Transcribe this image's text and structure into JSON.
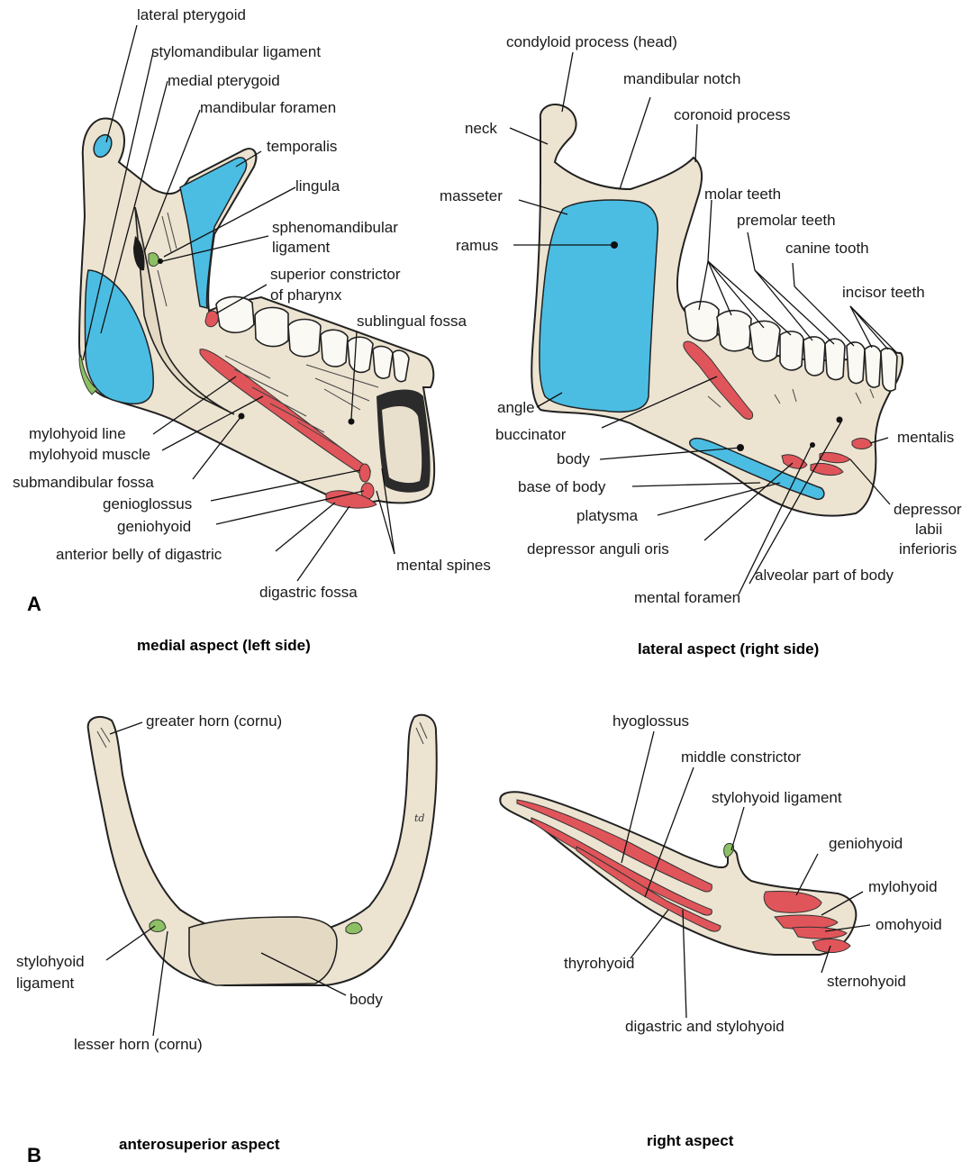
{
  "part_a": {
    "letter": "A",
    "medial": {
      "caption": "medial aspect (left side)",
      "labels": {
        "lateral_pterygoid": "lateral pterygoid",
        "stylomandibular_ligament": "stylomandibular ligament",
        "medial_pterygoid": "medial pterygoid",
        "mandibular_foramen": "mandibular foramen",
        "temporalis": "temporalis",
        "lingula": "lingula",
        "sphenomandibular_1": "sphenomandibular",
        "sphenomandibular_2": "ligament",
        "superior_constrictor_1": "superior constrictor",
        "superior_constrictor_2": "of pharynx",
        "sublingual_fossa": "sublingual fossa",
        "mylohyoid_line": "mylohyoid line",
        "mylohyoid_muscle": "mylohyoid muscle",
        "submandibular_fossa": "submandibular fossa",
        "genioglossus": "genioglossus",
        "geniohyoid": "geniohyoid",
        "anterior_belly": "anterior belly of digastric",
        "mental_spines": "mental spines",
        "digastric_fossa": "digastric fossa"
      }
    },
    "lateral": {
      "caption": "lateral aspect (right side)",
      "labels": {
        "condyloid_process": "condyloid process (head)",
        "mandibular_notch": "mandibular notch",
        "neck": "neck",
        "coronoid_process": "coronoid process",
        "masseter": "masseter",
        "ramus": "ramus",
        "molar_teeth": "molar teeth",
        "premolar_teeth": "premolar teeth",
        "canine_tooth": "canine tooth",
        "incisor_teeth": "incisor teeth",
        "angle": "angle",
        "buccinator": "buccinator",
        "mentalis": "mentalis",
        "body": "body",
        "base_of_body": "base of body",
        "platysma": "platysma",
        "depressor_labii_1": "depressor",
        "depressor_labii_2": "labii",
        "depressor_labii_3": "inferioris",
        "depressor_anguli_oris": "depressor anguli oris",
        "alveolar_part": "alveolar part of body",
        "mental_foramen": "mental foramen"
      }
    }
  },
  "part_b": {
    "letter": "B",
    "anterosuperior": {
      "caption": "anterosuperior aspect",
      "signature": "td",
      "labels": {
        "greater_horn": "greater horn (cornu)",
        "stylohyoid_ligament_1": "stylohyoid",
        "stylohyoid_ligament_2": "ligament",
        "body": "body",
        "lesser_horn": "lesser horn (cornu)"
      }
    },
    "right": {
      "caption": "right aspect",
      "labels": {
        "hyoglossus": "hyoglossus",
        "middle_constrictor": "middle constrictor",
        "stylohyoid_ligament": "stylohyoid ligament",
        "geniohyoid": "geniohyoid",
        "mylohyoid": "mylohyoid",
        "omohyoid": "omohyoid",
        "thyrohyoid": "thyrohyoid",
        "sternohyoid": "sternohyoid",
        "digastric_stylohyoid": "digastric and stylohyoid"
      }
    }
  },
  "colors": {
    "bone": "#ece3d1",
    "muscle_blue": "#4bbde3",
    "muscle_red": "#e0555a",
    "ligament_green": "#8cc063"
  }
}
